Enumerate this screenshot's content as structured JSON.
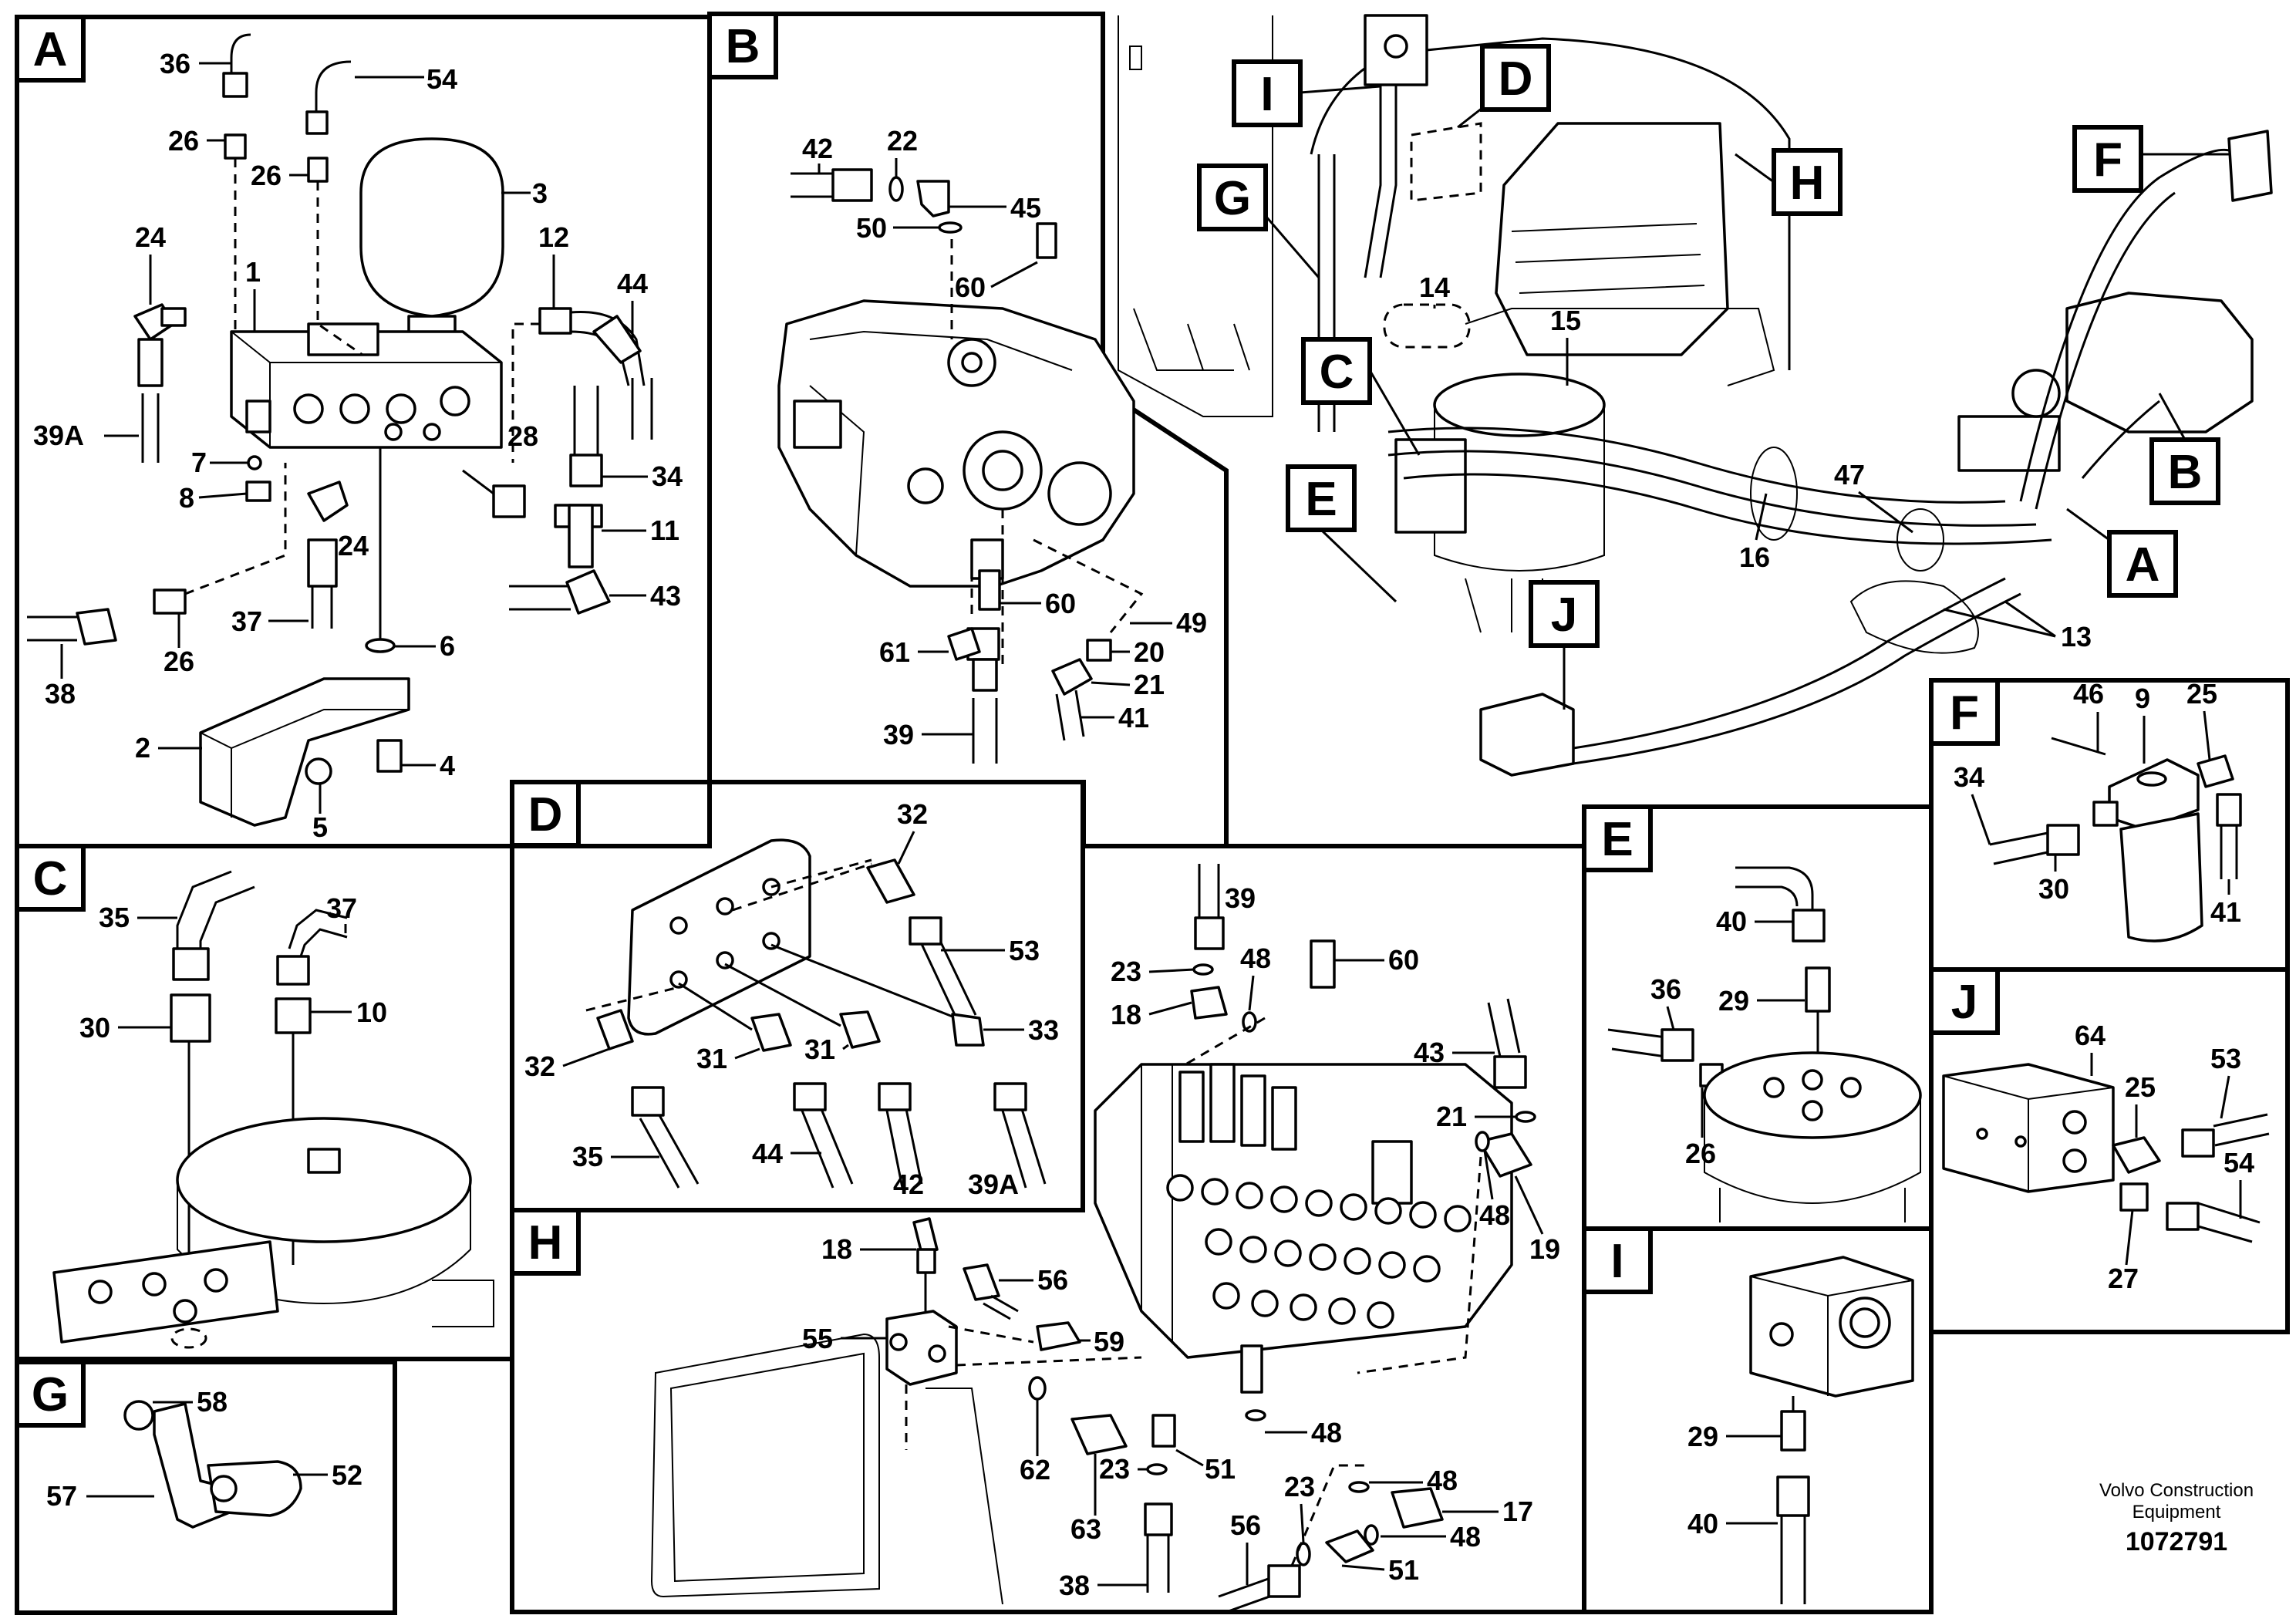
{
  "panels": {
    "A": {
      "letter": "A",
      "callouts": [
        "36",
        "54",
        "26",
        "26",
        "3",
        "24",
        "1",
        "12",
        "44",
        "39A",
        "7",
        "8",
        "28",
        "34",
        "24",
        "11",
        "37",
        "43",
        "38",
        "26",
        "6",
        "2",
        "4",
        "5"
      ]
    },
    "B": {
      "letter": "B",
      "callouts": [
        "42",
        "22",
        "45",
        "50",
        "60",
        "60",
        "49",
        "61",
        "20",
        "21",
        "41",
        "39"
      ]
    },
    "C": {
      "letter": "C",
      "callouts": [
        "37",
        "35",
        "10",
        "30"
      ]
    },
    "D": {
      "letter": "D",
      "callouts": [
        "32",
        "53",
        "32",
        "31",
        "31",
        "33",
        "35",
        "44",
        "42",
        "39A"
      ]
    },
    "E": {
      "letter": "E",
      "callouts": [
        "40",
        "36",
        "29",
        "26"
      ]
    },
    "F": {
      "letter": "F",
      "callouts": [
        "46",
        "9",
        "25",
        "34",
        "30",
        "41"
      ]
    },
    "G": {
      "letter": "G",
      "callouts": [
        "58",
        "57",
        "52"
      ]
    },
    "H": {
      "letter": "H",
      "callouts": [
        "18",
        "56",
        "55",
        "59",
        "62",
        "63",
        "23",
        "51",
        "38",
        "56",
        "23",
        "48",
        "17",
        "48",
        "51"
      ]
    },
    "I": {
      "letter": "I",
      "callouts": [
        "29",
        "40"
      ]
    },
    "J": {
      "letter": "J",
      "callouts": [
        "64",
        "53",
        "25",
        "54",
        "27"
      ]
    },
    "valve": {
      "callouts": [
        "39",
        "60",
        "23",
        "48",
        "18",
        "43",
        "21",
        "48",
        "19",
        "48"
      ]
    },
    "overview": {
      "markers": [
        "I",
        "D",
        "G",
        "H",
        "F",
        "C",
        "E",
        "B",
        "A",
        "J"
      ],
      "callouts": [
        "14",
        "15",
        "47",
        "16",
        "13"
      ]
    }
  },
  "footer": {
    "brand_line1": "Volvo Construction",
    "brand_line2": "Equipment",
    "doc_number": "1072791"
  }
}
